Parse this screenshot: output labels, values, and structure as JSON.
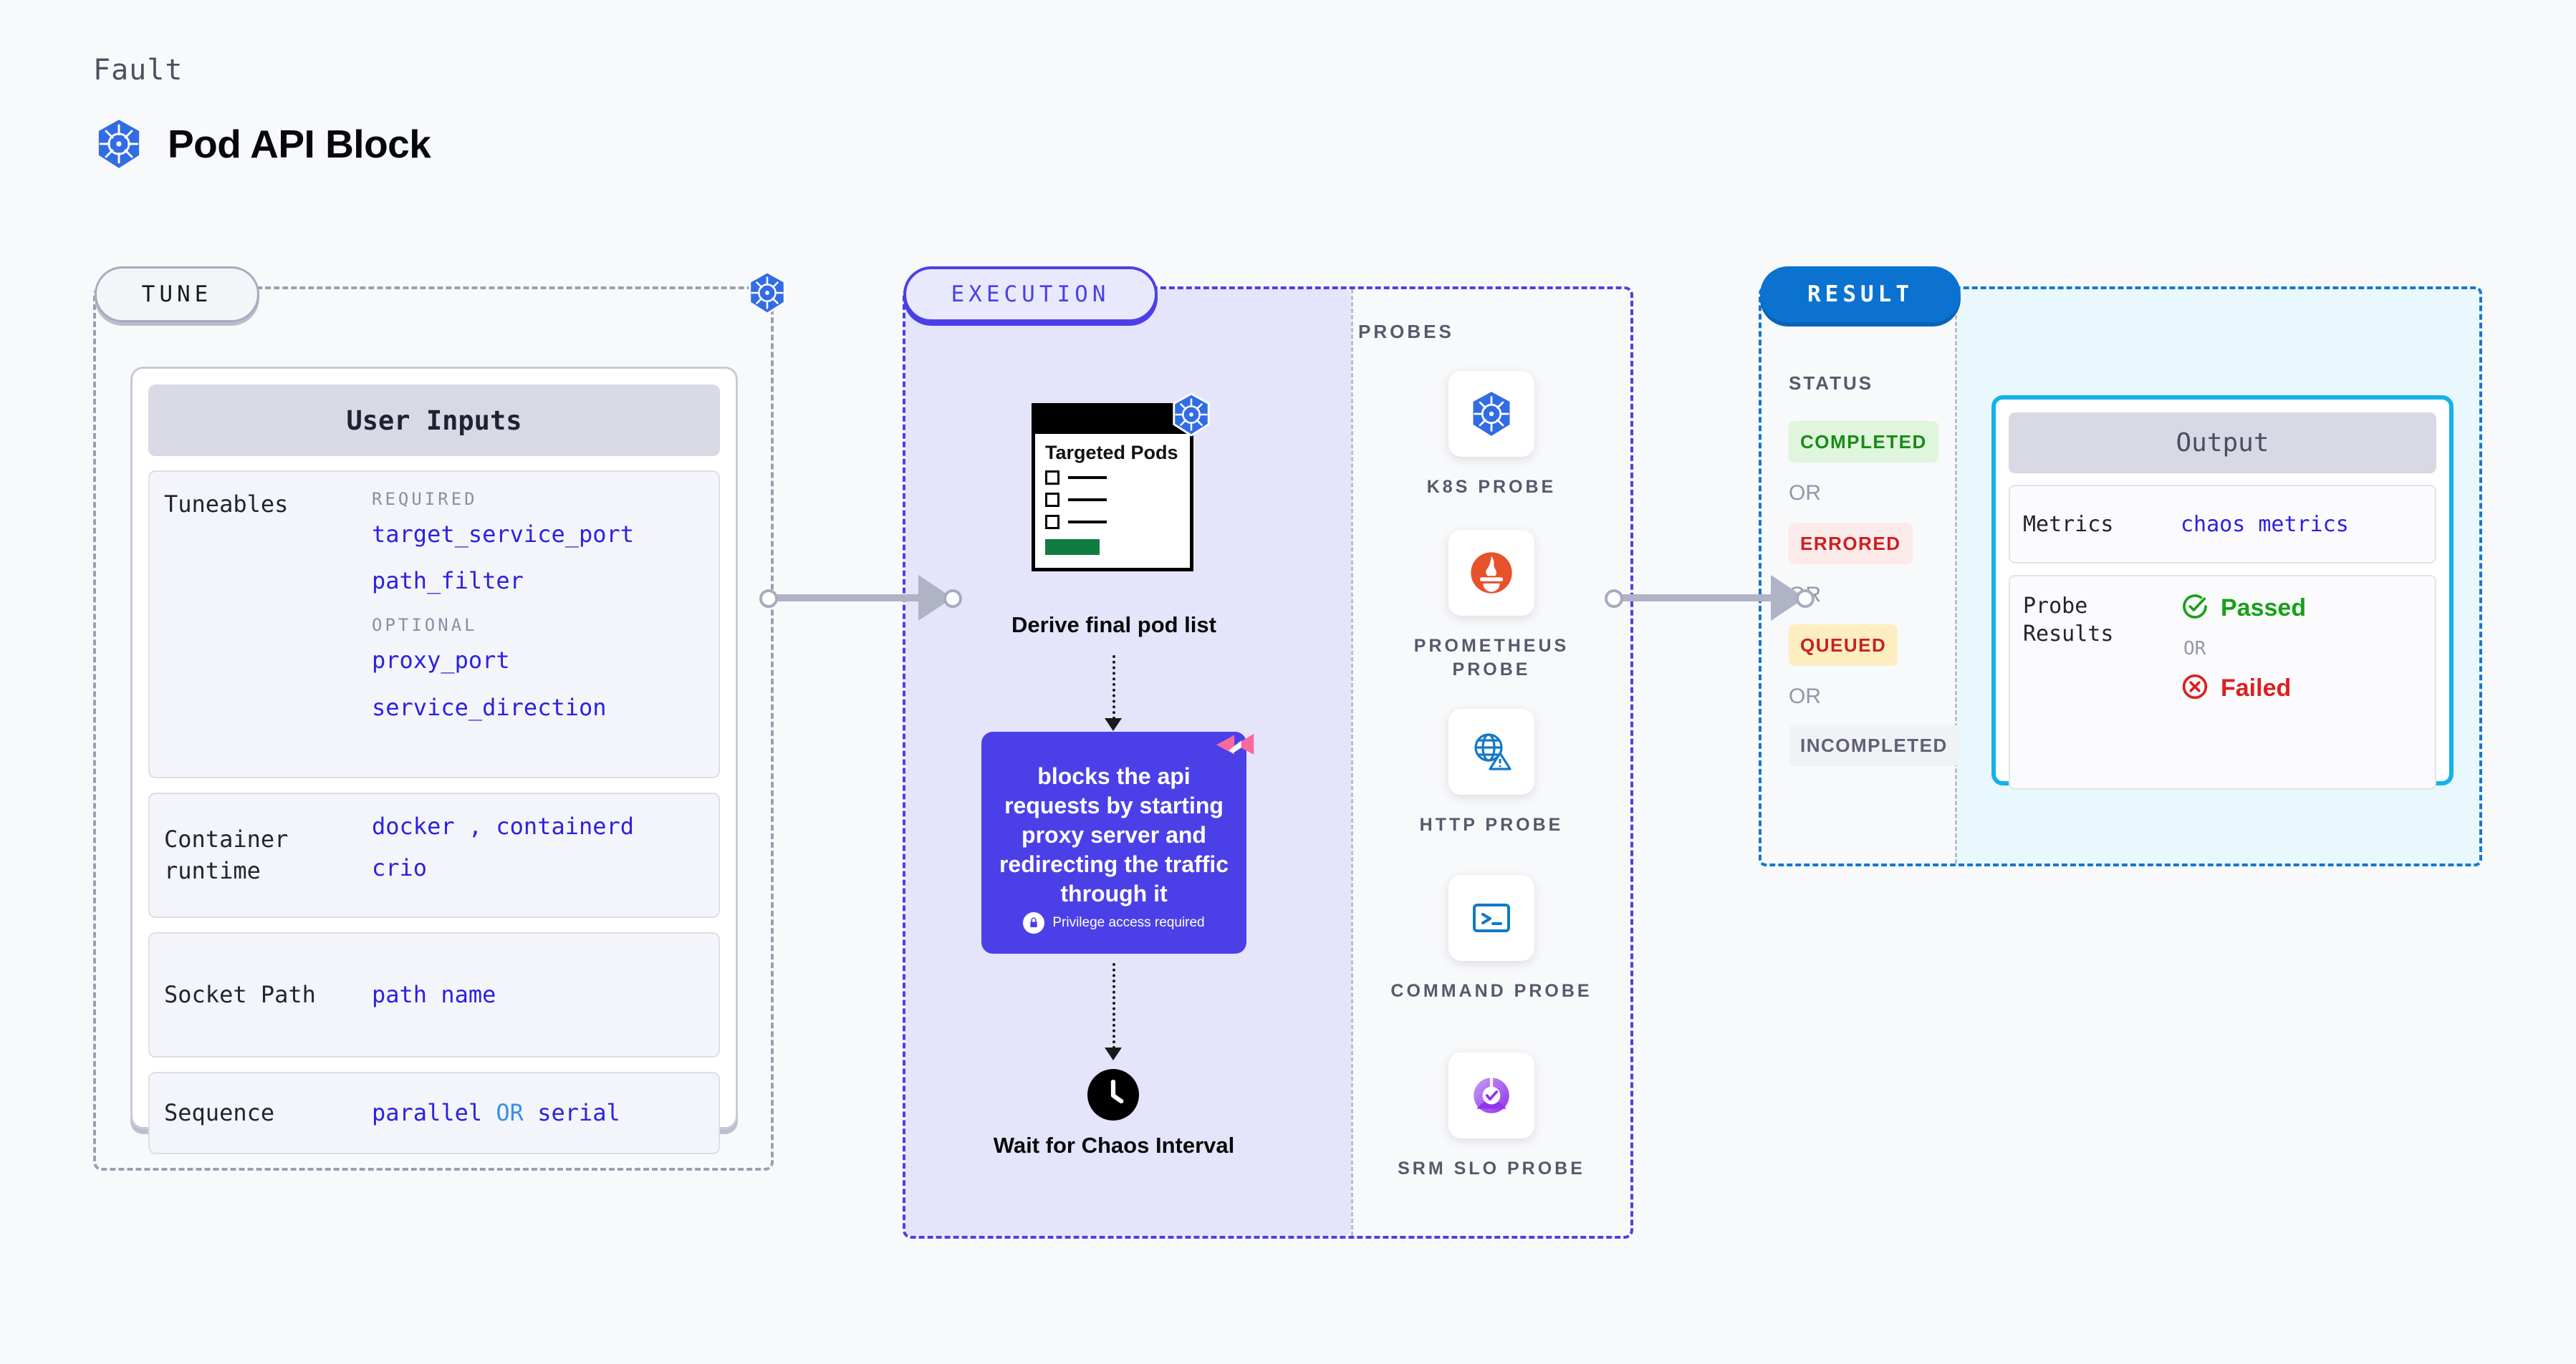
{
  "header": {
    "eyebrow": "Fault",
    "title": "Pod API Block",
    "logo_icon": "kubernetes-icon"
  },
  "tune": {
    "pill_label": "TUNE",
    "badge_icon": "kubernetes-icon",
    "card_title": "User Inputs",
    "rows": [
      {
        "label": "Tuneables",
        "groups": [
          {
            "title": "REQUIRED",
            "values": [
              "target_service_port",
              "path_filter"
            ]
          },
          {
            "title": "OPTIONAL",
            "values": [
              "proxy_port",
              "service_direction"
            ]
          }
        ]
      },
      {
        "label": "Container runtime",
        "value_line_1_a": "docker",
        "value_line_1_sep": ",",
        "value_line_1_b": "containerd",
        "value_line_2": "crio"
      },
      {
        "label": "Socket Path",
        "value": "path name"
      },
      {
        "label": "Sequence",
        "value_a": "parallel",
        "value_or": "OR",
        "value_b": "serial"
      }
    ]
  },
  "execution": {
    "pill_label": "EXECUTION",
    "pods_card": {
      "title": "Targeted Pods",
      "badge_icon": "kubernetes-icon"
    },
    "derive_label": "Derive final pod list",
    "action_card": {
      "text": "blocks the api requests by starting proxy server and redirecting the traffic through it",
      "privilege_note": "Privilege access required",
      "privilege_icon": "lock-icon",
      "corner_icon": "litmus-ribbon-icon"
    },
    "wait_step": {
      "icon": "clock-icon",
      "label": "Wait for Chaos Interval"
    }
  },
  "probes": {
    "title": "PROBES",
    "items": [
      {
        "label": "K8S PROBE",
        "icon": "kubernetes-icon"
      },
      {
        "label": "PROMETHEUS PROBE",
        "icon": "prometheus-icon"
      },
      {
        "label": "HTTP PROBE",
        "icon": "globe-warning-icon"
      },
      {
        "label": "COMMAND PROBE",
        "icon": "terminal-icon"
      },
      {
        "label": "SRM SLO PROBE",
        "icon": "srm-slo-donut-icon"
      }
    ]
  },
  "result": {
    "pill_label": "RESULT",
    "status_title": "STATUS",
    "or_label": "OR",
    "statuses": [
      {
        "label": "COMPLETED",
        "bg": "#dff5dc",
        "fg": "#1a8a18"
      },
      {
        "label": "ERRORED",
        "bg": "#fdeaea",
        "fg": "#ca2020"
      },
      {
        "label": "QUEUED",
        "bg": "#fdeec2",
        "fg": "#ca2020"
      },
      {
        "label": "INCOMPLETED",
        "bg": "#f1f2f6",
        "fg": "#5d6274"
      }
    ],
    "output": {
      "title": "Output",
      "metrics_label": "Metrics",
      "metrics_value": "chaos metrics",
      "probe_results_label": "Probe Results",
      "passed_label": "Passed",
      "failed_label": "Failed",
      "or_label": "OR",
      "passed_icon": "check-circle-icon",
      "failed_icon": "x-circle-icon"
    }
  },
  "colors": {
    "accent_purple": "#4b40e8",
    "accent_blue": "#0b72cf",
    "accent_cyan": "#13b2e8",
    "k8s_blue": "#326ce5",
    "mono_value": "#2c21e0"
  }
}
